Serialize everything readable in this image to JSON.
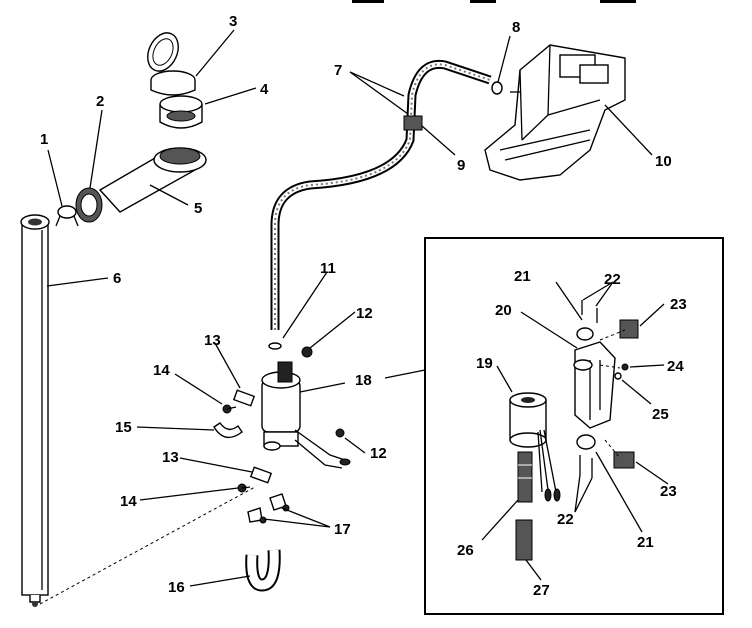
{
  "callouts": {
    "c1": "1",
    "c2": "2",
    "c3": "3",
    "c4": "4",
    "c5": "5",
    "c6": "6",
    "c7": "7",
    "c8": "8",
    "c9": "9",
    "c10": "10",
    "c11": "11",
    "c12a": "12",
    "c12b": "12",
    "c13a": "13",
    "c13b": "13",
    "c14a": "14",
    "c14b": "14",
    "c15": "15",
    "c16": "16",
    "c17": "17",
    "c18": "18",
    "c19": "19",
    "c20": "20",
    "c21a": "21",
    "c21b": "21",
    "c22a": "22",
    "c22b": "22",
    "c23a": "23",
    "c23b": "23",
    "c24": "24",
    "c25": "25",
    "c26": "26",
    "c27": "27"
  }
}
